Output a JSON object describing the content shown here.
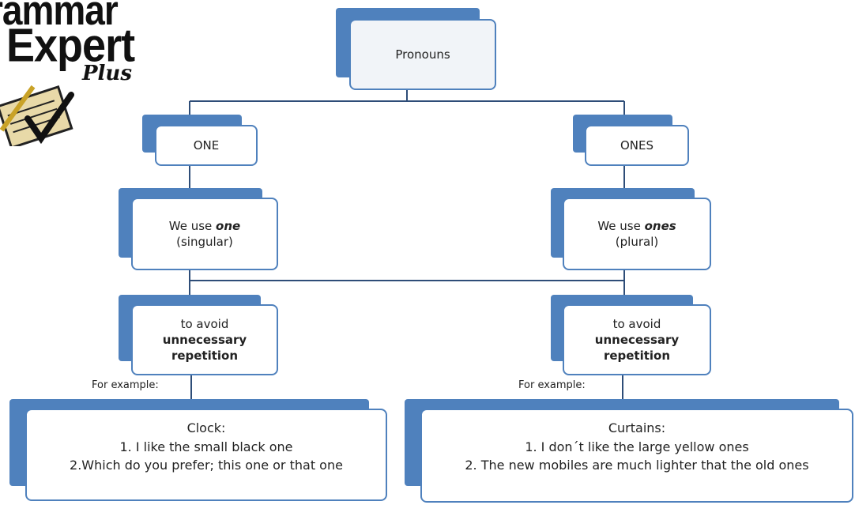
{
  "logo": {
    "line1": "rammar",
    "line2": "Expert",
    "line3": "Plus"
  },
  "root": {
    "label": "Pronouns"
  },
  "left": {
    "title": "ONE",
    "use": {
      "prefix": "We use ",
      "word": "one",
      "note": "(singular)"
    },
    "purpose": {
      "line1": "to avoid",
      "line2": "unnecessary",
      "line3": "repetition"
    },
    "for_example": "For example:",
    "example": {
      "heading": "Clock:",
      "line1": "1. I like the small black one",
      "line2": "2.Which do you prefer; this one or that one"
    }
  },
  "right": {
    "title": "ONES",
    "use": {
      "prefix": "We use ",
      "word": "ones",
      "note": "(plural)"
    },
    "purpose": {
      "line1": "to avoid",
      "line2": "unnecessary",
      "line3": "repetition"
    },
    "for_example": "For example:",
    "example": {
      "heading": "Curtains:",
      "line1": "1. I don´t like the large yellow ones",
      "line2": "2. The new mobiles are much lighter that the old ones"
    }
  },
  "colors": {
    "accent": "#4f81bd",
    "box_fill": "#ffffff",
    "connector": "#2e4d78"
  }
}
